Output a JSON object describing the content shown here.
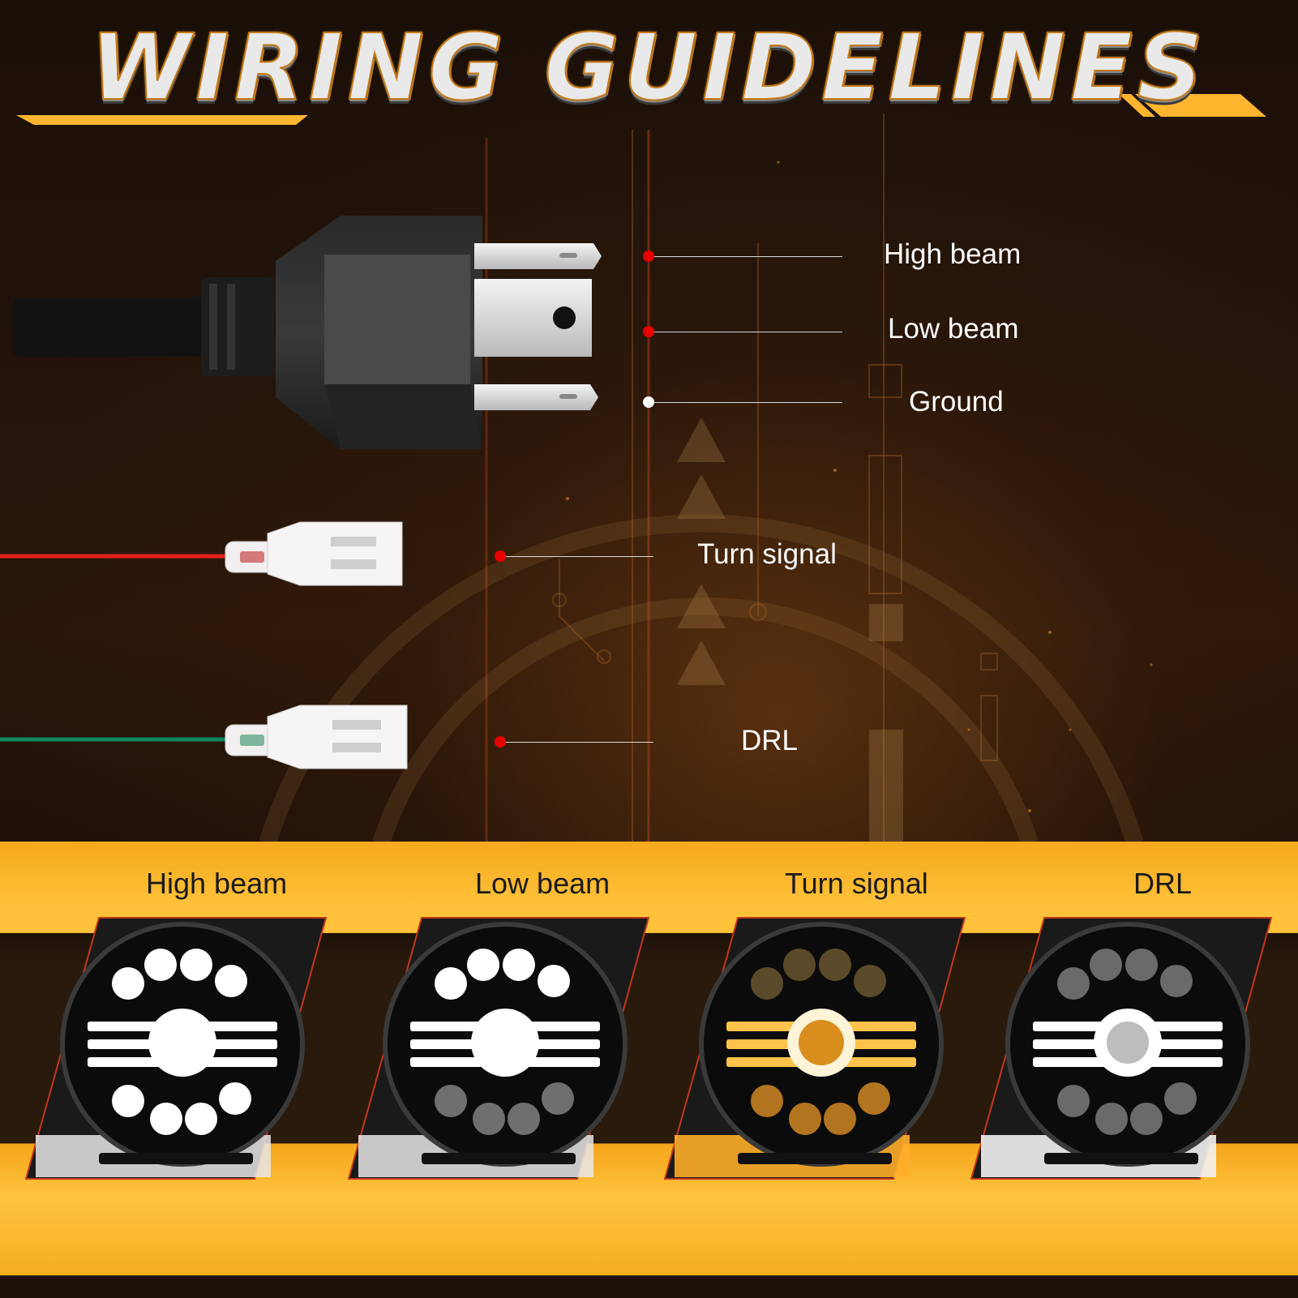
{
  "title": "WIRING GUIDELINES",
  "callouts": [
    {
      "label": "High beam"
    },
    {
      "label": "Low beam"
    },
    {
      "label": "Ground"
    },
    {
      "label": "Turn signal"
    },
    {
      "label": "DRL"
    }
  ],
  "modes": [
    {
      "label": "High beam"
    },
    {
      "label": "Low beam"
    },
    {
      "label": "Turn signal"
    },
    {
      "label": "DRL"
    }
  ],
  "colors": {
    "accent": "#ffb52e",
    "dot_live": "#e60000",
    "dot_ground": "#ffffff",
    "wire_turn": "#e3211c",
    "wire_drl": "#0f8a5f",
    "turn_glow": "#ffae2a"
  }
}
